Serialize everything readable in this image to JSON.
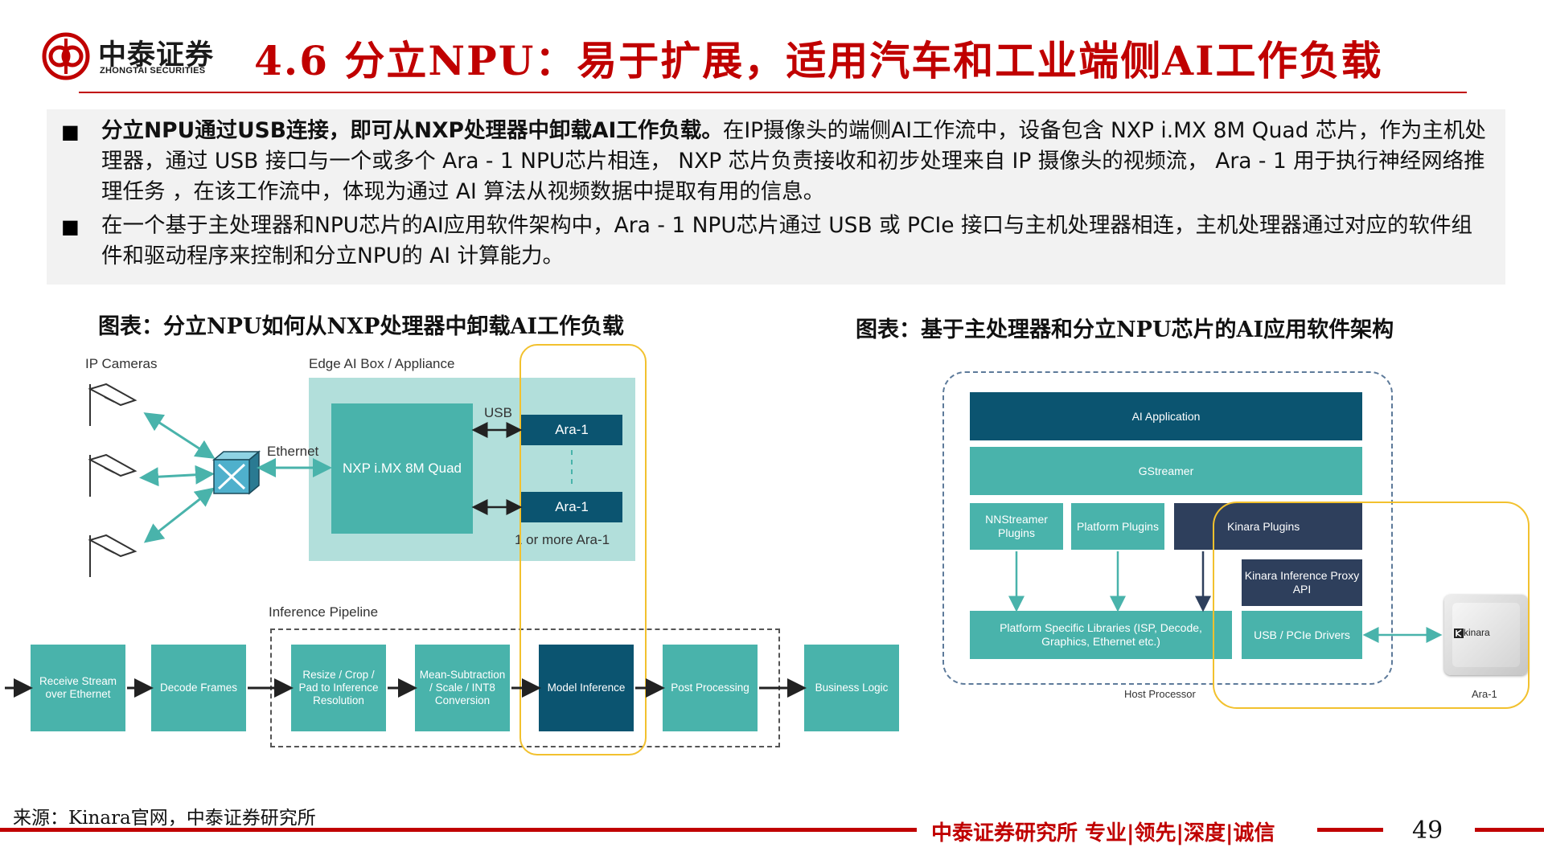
{
  "header": {
    "logo_cn": "中泰证券",
    "logo_en": "ZHONGTAI SECURITIES",
    "title": "4.6 分立NPU：易于扩展，适用汽车和工业端侧AI工作负载"
  },
  "bullets": [
    {
      "bold": "分立NPU通过USB连接，即可从NXP处理器中卸载AI工作负载。",
      "text": "在IP摄像头的端侧AI工作流中，设备包含 NXP i.MX 8M Quad 芯片，作为主机处理器，通过 USB 接口与一个或多个 Ara - 1 NPU芯片相连， NXP 芯片负责接收和初步处理来自 IP 摄像头的视频流， Ara - 1 用于执行神经网络推理任务 ，在该工作流中，体现为通过 AI 算法从视频数据中提取有用的信息。"
    },
    {
      "bold": "",
      "text": "在一个基于主处理器和NPU芯片的AI应用软件架构中，Ara - 1 NPU芯片通过 USB 或 PCIe 接口与主机处理器相连，主机处理器通过对应的软件组件和驱动程序来控制和分立NPU的 AI 计算能力。"
    }
  ],
  "left_figure": {
    "caption": "图表：分立NPU如何从NXP处理器中卸载AI工作负载",
    "ip_cameras_label": "IP Cameras",
    "edge_box_label": "Edge AI Box / Appliance",
    "ethernet_label": "Ethernet",
    "usb_label": "USB",
    "nxp_label": "NXP i.MX 8M Quad",
    "ara_top": "Ara-1",
    "ara_bottom": "Ara-1",
    "more_label": "1 or more Ara-1",
    "pipeline_label": "Inference Pipeline",
    "pipeline": [
      "Receive Stream over Ethernet",
      "Decode Frames",
      "Resize / Crop / Pad to Inference Resolution",
      "Mean-Subtraction / Scale / INT8 Conversion",
      "Model Inference",
      "Post Processing",
      "Business Logic"
    ]
  },
  "right_figure": {
    "caption": "图表：基于主处理器和分立NPU芯片的AI应用软件架构",
    "ai_application": "AI Application",
    "gstreamer": "GStreamer",
    "nnstreamer": "NNStreamer Plugins",
    "platform_plugins": "Platform Plugins",
    "kinara_plugins": "Kinara Plugins",
    "kinara_proxy": "Kinara Inference Proxy API",
    "platform_libs": "Platform Specific Libraries (ISP, Decode, Graphics, Ethernet etc.)",
    "usb_drivers": "USB / PCIe Drivers",
    "host_label": "Host Processor",
    "ara_label": "Ara-1",
    "chip_brand": "kinara"
  },
  "footer": {
    "source": "来源：Kinara官网，中泰证券研究所",
    "slogan": "中泰证券研究所 专业|领先|深度|诚信",
    "page": "49"
  },
  "colors": {
    "brand_red": "#c00000",
    "teal": "#49b3ab",
    "dark_teal": "#0b5470",
    "navy": "#2e3f5c",
    "highlight_yellow": "#f2c12e"
  }
}
